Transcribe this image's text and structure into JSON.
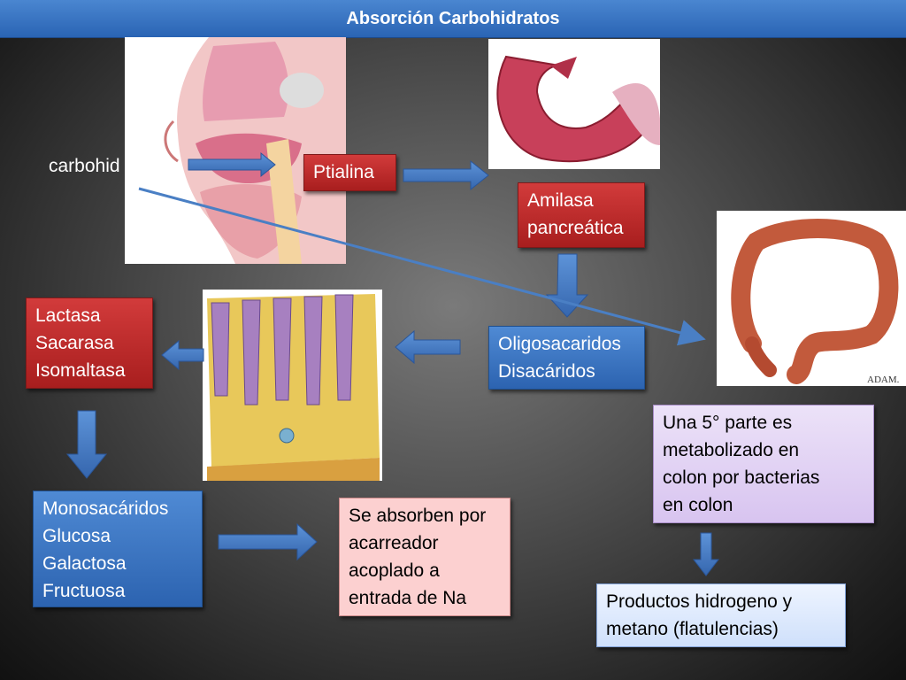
{
  "title": "Absorción Carbohidratos",
  "input_label": "carbohid",
  "boxes": {
    "ptialina": "Ptialina",
    "amilasa": [
      "Amilasa",
      "pancreática"
    ],
    "oligo": [
      "Oligosacaridos",
      "Disacáridos"
    ],
    "enzimas": [
      "Lactasa",
      "Sacarasa",
      "Isomaltasa"
    ],
    "mono": [
      "Monosacáridos",
      "Glucosa",
      "Galactosa",
      "Fructuosa"
    ],
    "absorben": [
      "Se absorben por",
      "acarreador",
      "acoplado a",
      "entrada de Na"
    ],
    "colon": [
      "Una 5° parte es",
      "metabolizado en",
      "colon por bacterias",
      "en colon"
    ],
    "productos": [
      "Productos hidrogeno y",
      "metano (flatulencias)"
    ]
  },
  "images": {
    "mouth": "mouth-cross-section-image",
    "duodenum": "duodenum-image",
    "colon": "colon-image",
    "villi": "intestinal-villi-image",
    "colon_credit": "ADAM."
  },
  "colors": {
    "title_bar": "#2f6cbf",
    "red_box": "#c62e2e",
    "blue_box": "#3a74c4",
    "arrow": "#4a7fc4"
  }
}
